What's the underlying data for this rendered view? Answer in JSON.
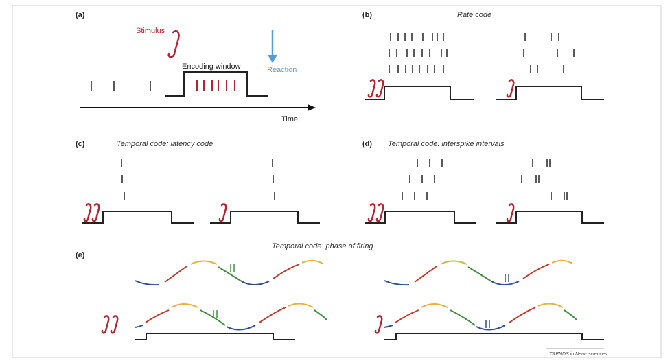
{
  "panels": {
    "a": {
      "label": "(a)",
      "stimulus": "Stimulus",
      "window": "Encoding window",
      "reaction": "Reaction",
      "time": "Time"
    },
    "b": {
      "label": "(b)",
      "title": "Rate code"
    },
    "c": {
      "label": "(c)",
      "title": "Temporal code: latency code"
    },
    "d": {
      "label": "(d)",
      "title": "Temporal code: interspike intervals"
    },
    "e": {
      "label": "(e)",
      "title": "Temporal code: phase of firing"
    }
  },
  "colors": {
    "stimulus": "#b3262f",
    "reaction": "#5b9bd5",
    "spike": "#222222",
    "phase_red": "#c0392b",
    "phase_yellow": "#e3b23c",
    "phase_green": "#3f8f3f",
    "phase_blue": "#2f4f8f"
  },
  "icons": {
    "note": "musical-note-icon",
    "arrow": "down-arrow-icon"
  },
  "credit": "TRENDS in Neurosciences"
}
